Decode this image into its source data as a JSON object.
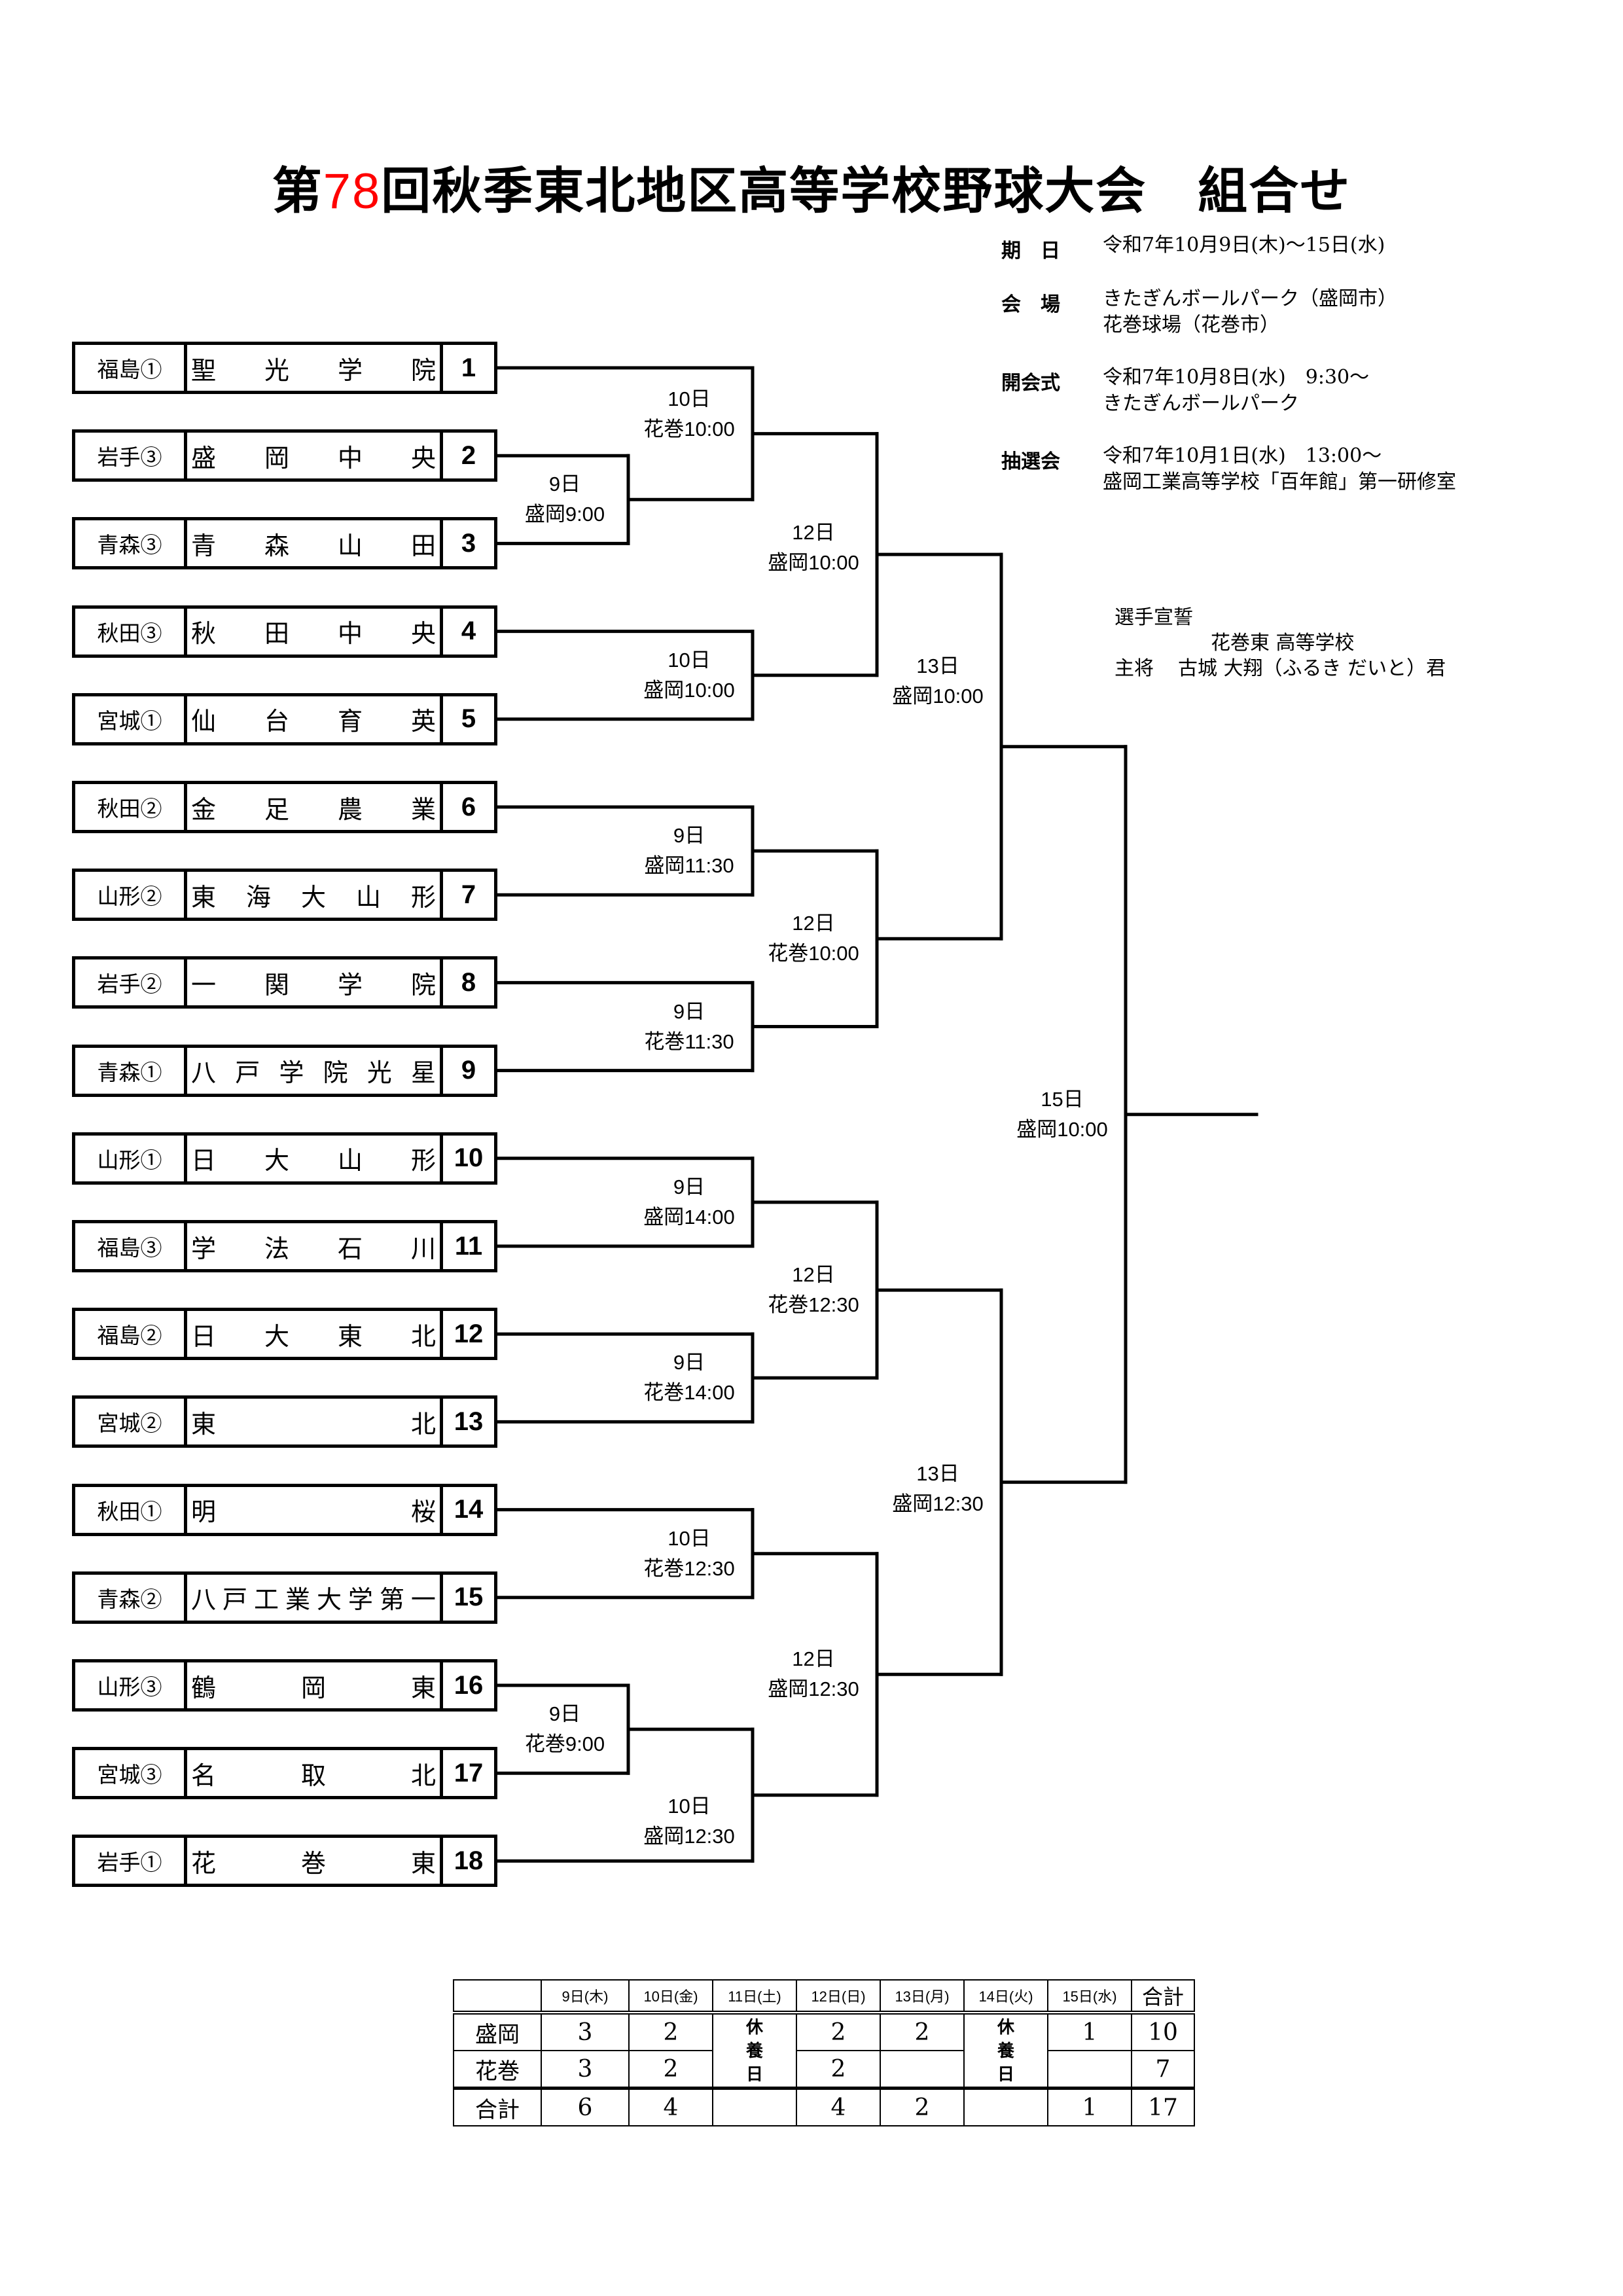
{
  "title": {
    "prefix": "第",
    "number": "78",
    "suffix": "回秋季東北地区高等学校野球大会　組合せ",
    "accent_color": "#ff0000"
  },
  "info": [
    {
      "label": "期　日",
      "lines": [
        "令和7年10月9日(木)～15日(水)"
      ]
    },
    {
      "label": "会　場",
      "lines": [
        "きたぎんボールパーク（盛岡市）",
        "花巻球場（花巻市）"
      ]
    },
    {
      "label": "開会式",
      "lines": [
        "令和7年10月8日(水)　9:30～",
        "きたぎんボールパーク"
      ]
    },
    {
      "label": "抽選会",
      "lines": [
        "令和7年10月1日(水)　13:00～",
        "盛岡工業高等学校「百年館」第一研修室"
      ]
    }
  ],
  "oath": {
    "heading": "選手宣誓",
    "school": "花巻東 高等学校",
    "role": "主将",
    "name": "古城 大翔（ふるき だいと）君"
  },
  "teams": [
    {
      "seed": "1",
      "pref": "福島①",
      "chars": [
        "聖",
        "光",
        "学",
        "院"
      ]
    },
    {
      "seed": "2",
      "pref": "岩手③",
      "chars": [
        "盛",
        "岡",
        "中",
        "央"
      ]
    },
    {
      "seed": "3",
      "pref": "青森③",
      "chars": [
        "青",
        "森",
        "山",
        "田"
      ]
    },
    {
      "seed": "4",
      "pref": "秋田③",
      "chars": [
        "秋",
        "田",
        "中",
        "央"
      ]
    },
    {
      "seed": "5",
      "pref": "宮城①",
      "chars": [
        "仙",
        "台",
        "育",
        "英"
      ]
    },
    {
      "seed": "6",
      "pref": "秋田②",
      "chars": [
        "金",
        "足",
        "農",
        "業"
      ]
    },
    {
      "seed": "7",
      "pref": "山形②",
      "chars": [
        "東",
        "海",
        "大",
        "山",
        "形"
      ]
    },
    {
      "seed": "8",
      "pref": "岩手②",
      "chars": [
        "一",
        "関",
        "学",
        "院"
      ]
    },
    {
      "seed": "9",
      "pref": "青森①",
      "chars": [
        "八",
        "戸",
        "学",
        "院",
        "光",
        "星"
      ]
    },
    {
      "seed": "10",
      "pref": "山形①",
      "chars": [
        "日",
        "大",
        "山",
        "形"
      ]
    },
    {
      "seed": "11",
      "pref": "福島③",
      "chars": [
        "学",
        "法",
        "石",
        "川"
      ]
    },
    {
      "seed": "12",
      "pref": "福島②",
      "chars": [
        "日",
        "大",
        "東",
        "北"
      ]
    },
    {
      "seed": "13",
      "pref": "宮城②",
      "chars": [
        "東",
        "北"
      ]
    },
    {
      "seed": "14",
      "pref": "秋田①",
      "chars": [
        "明",
        "桜"
      ]
    },
    {
      "seed": "15",
      "pref": "青森②",
      "chars": [
        "八",
        "戸",
        "工",
        "業",
        "大",
        "学",
        "第",
        "一"
      ]
    },
    {
      "seed": "16",
      "pref": "山形③",
      "chars": [
        "鶴",
        "岡",
        "東"
      ]
    },
    {
      "seed": "17",
      "pref": "宮城③",
      "chars": [
        "名",
        "取",
        "北"
      ]
    },
    {
      "seed": "18",
      "pref": "岩手①",
      "chars": [
        "花",
        "巻",
        "東"
      ]
    }
  ],
  "matches": [
    {
      "id": "m2v3",
      "day": "9日",
      "venue_time": "盛岡9:00"
    },
    {
      "id": "m1vW",
      "day": "10日",
      "venue_time": "花巻10:00"
    },
    {
      "id": "m4v5",
      "day": "10日",
      "venue_time": "盛岡10:00"
    },
    {
      "id": "r2a",
      "day": "12日",
      "venue_time": "盛岡10:00"
    },
    {
      "id": "m6v7",
      "day": "9日",
      "venue_time": "盛岡11:30"
    },
    {
      "id": "m8v9",
      "day": "9日",
      "venue_time": "花巻11:30"
    },
    {
      "id": "r2b",
      "day": "12日",
      "venue_time": "花巻10:00"
    },
    {
      "id": "sf1",
      "day": "13日",
      "venue_time": "盛岡10:00"
    },
    {
      "id": "m10v11",
      "day": "9日",
      "venue_time": "盛岡14:00"
    },
    {
      "id": "m12v13",
      "day": "9日",
      "venue_time": "花巻14:00"
    },
    {
      "id": "r2c",
      "day": "12日",
      "venue_time": "花巻12:30"
    },
    {
      "id": "m14v15",
      "day": "10日",
      "venue_time": "花巻12:30"
    },
    {
      "id": "m16v17",
      "day": "9日",
      "venue_time": "花巻9:00"
    },
    {
      "id": "mWv18",
      "day": "10日",
      "venue_time": "盛岡12:30"
    },
    {
      "id": "r2d",
      "day": "12日",
      "venue_time": "盛岡12:30"
    },
    {
      "id": "sf2",
      "day": "13日",
      "venue_time": "盛岡12:30"
    },
    {
      "id": "final",
      "day": "15日",
      "venue_time": "盛岡10:00"
    }
  ],
  "schedule": {
    "headers": [
      "",
      "9日(木)",
      "10日(金)",
      "11日(土)",
      "12日(日)",
      "13日(月)",
      "14日(火)",
      "15日(水)",
      "合計"
    ],
    "rest_label": [
      "休",
      "養",
      "日"
    ],
    "rows": [
      {
        "label": "盛岡",
        "values": [
          "3",
          "2",
          null,
          "2",
          "2",
          null,
          "1",
          "10"
        ]
      },
      {
        "label": "花巻",
        "values": [
          "3",
          "2",
          null,
          "2",
          "",
          null,
          "",
          "7"
        ]
      },
      {
        "label": "合計",
        "values": [
          "6",
          "4",
          "",
          "4",
          "2",
          "",
          "1",
          "17"
        ]
      }
    ]
  }
}
